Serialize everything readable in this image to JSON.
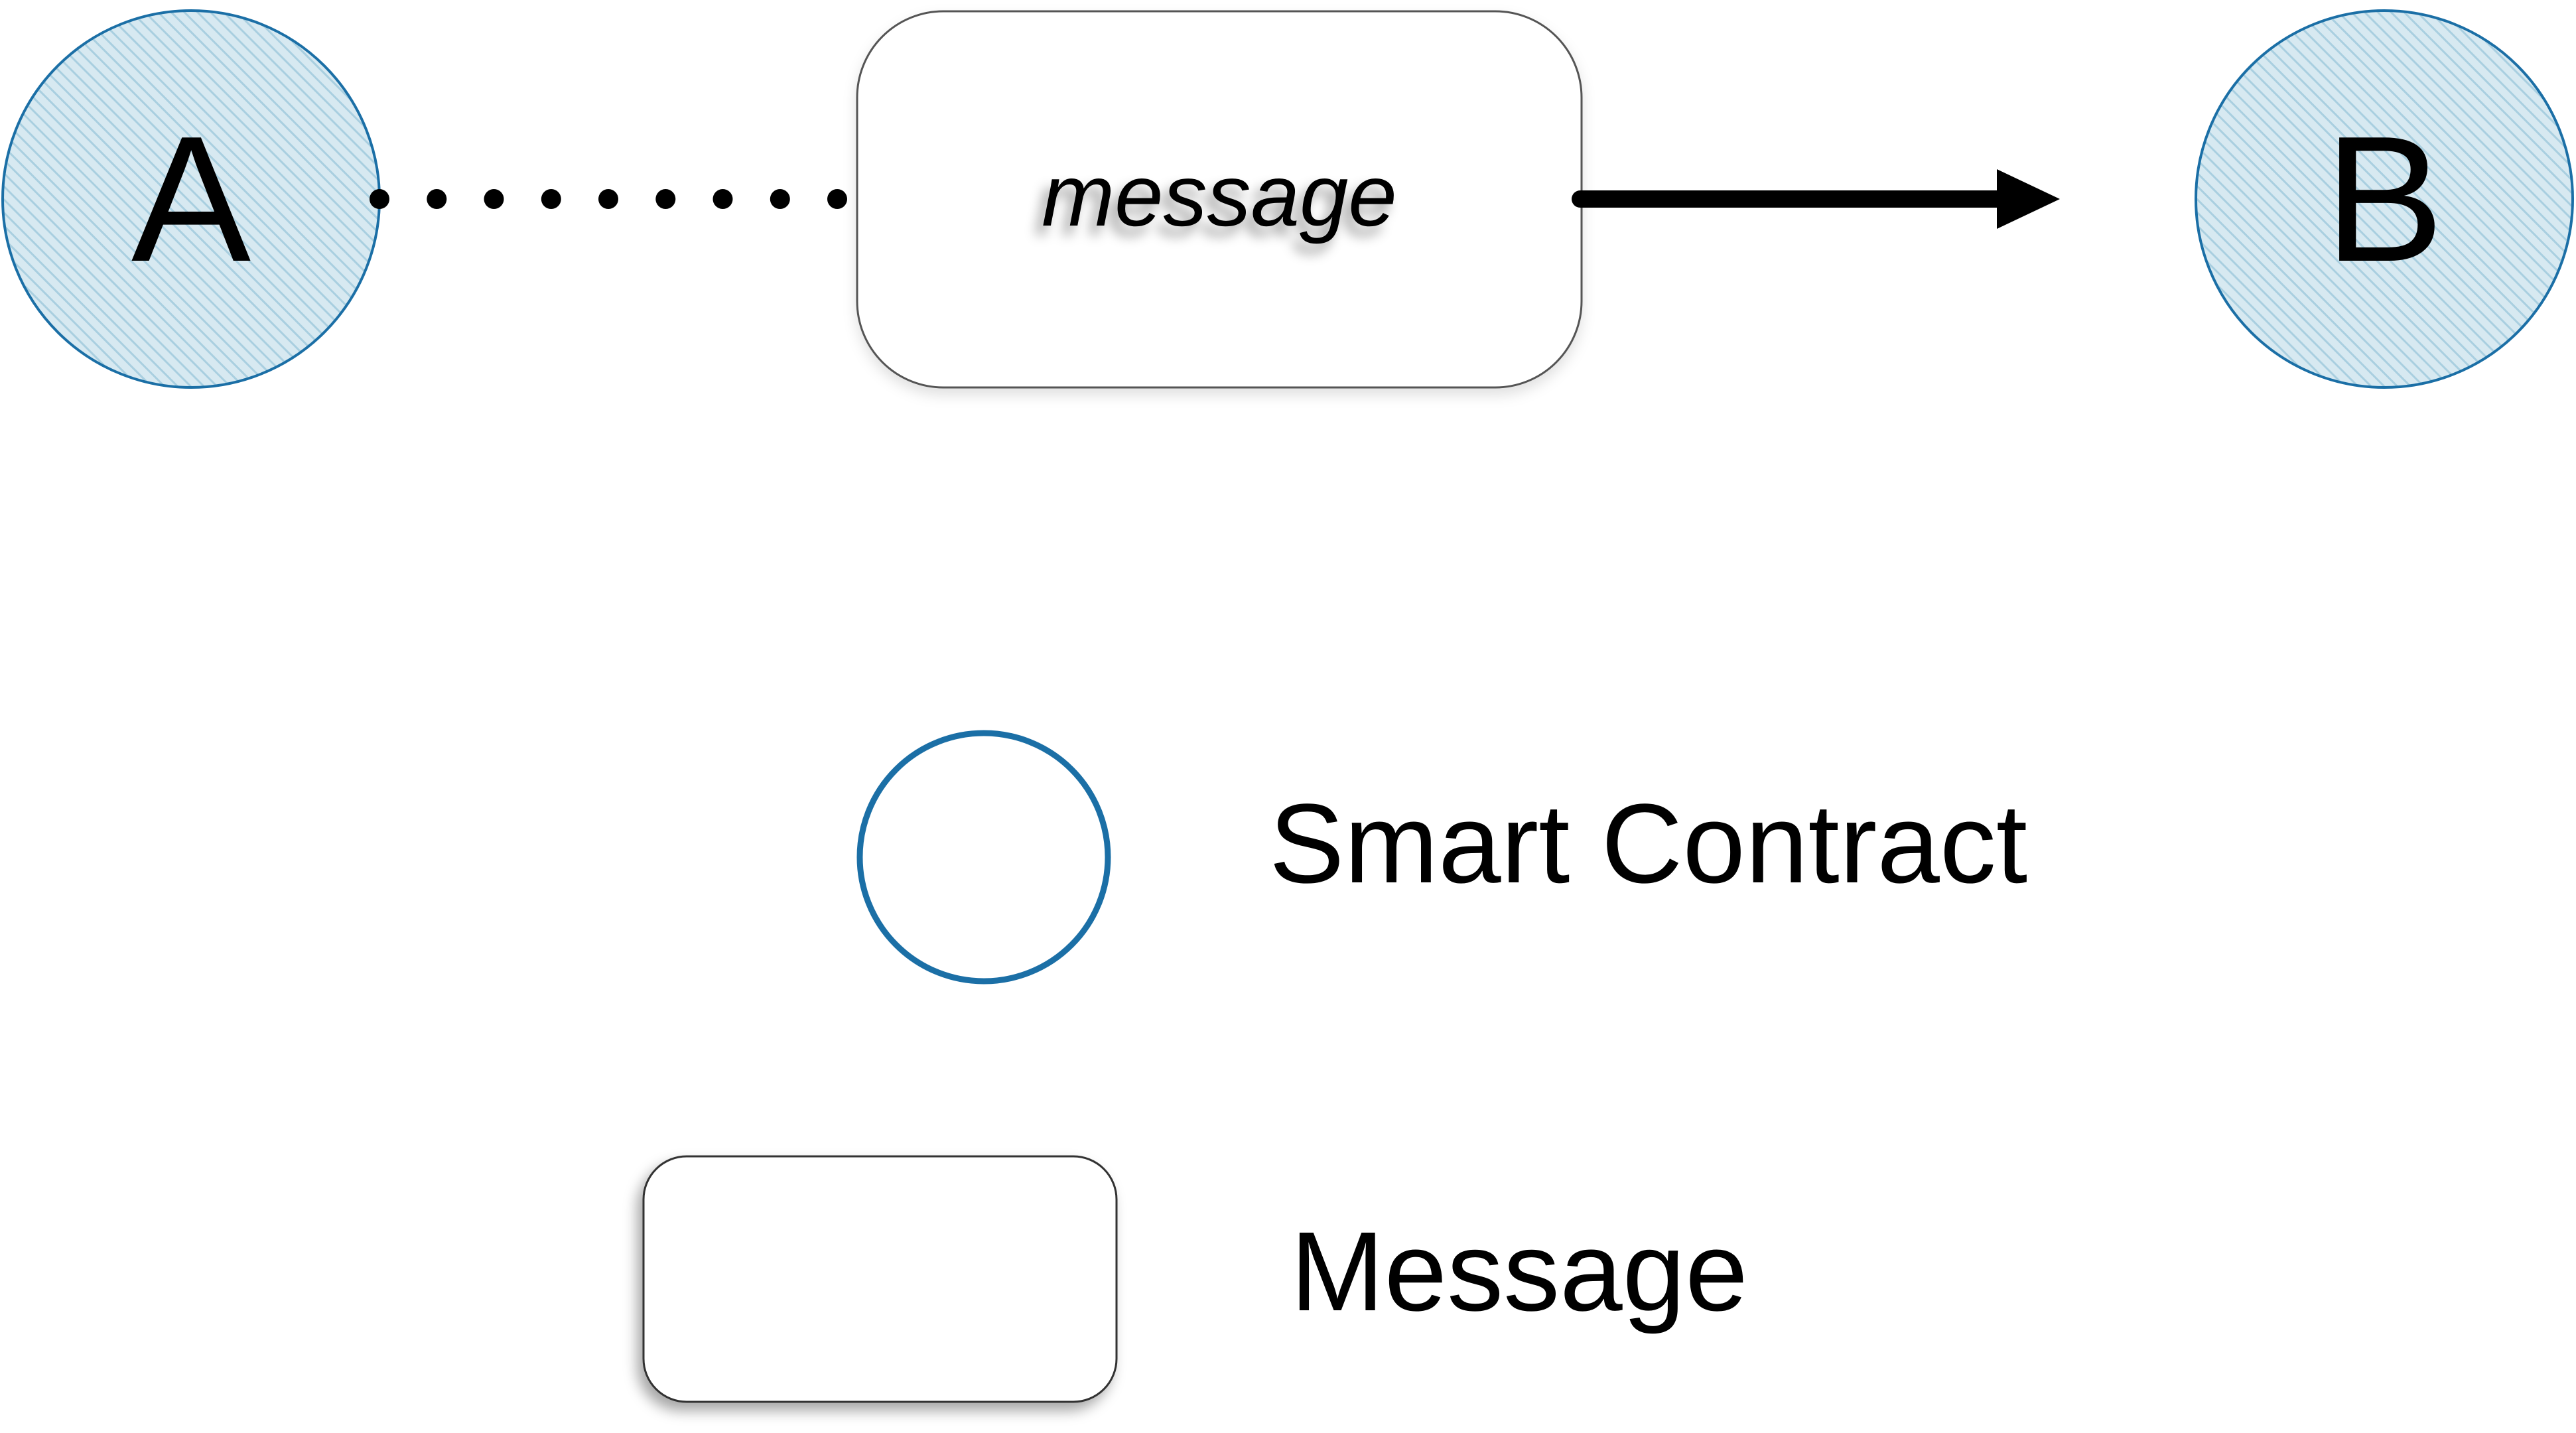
{
  "nodes": {
    "a": {
      "label": "A"
    },
    "b": {
      "label": "B"
    }
  },
  "message": {
    "label": "message"
  },
  "legend": {
    "smart_contract": {
      "label": "Smart Contract"
    },
    "message": {
      "label": "Message"
    }
  },
  "colors": {
    "contract_stroke": "#1b6fa6",
    "contract_fill": "#d7e9f1",
    "contract_hatch": "#a9cfe0",
    "message_stroke": "#555555",
    "message_fill": "#ffffff",
    "arrow": "#000000",
    "text": "#000000"
  }
}
